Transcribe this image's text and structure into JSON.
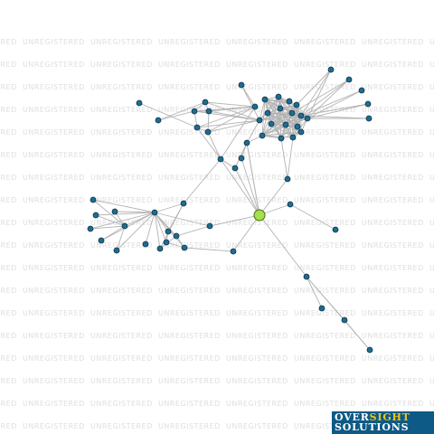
{
  "watermark_text": "UNREGISTERED",
  "colors": {
    "edge": "#b3b3b3",
    "node": "#1d6c92",
    "node_outline": "#0e3247",
    "center_node": "#a6e04a",
    "logo_bg": "#0d5a86",
    "logo_accent": "#f2c417"
  },
  "logo": {
    "line1_part1": "OVER",
    "line1_part2": "SIGHT",
    "line2": "SOLUTIONS"
  }
}
